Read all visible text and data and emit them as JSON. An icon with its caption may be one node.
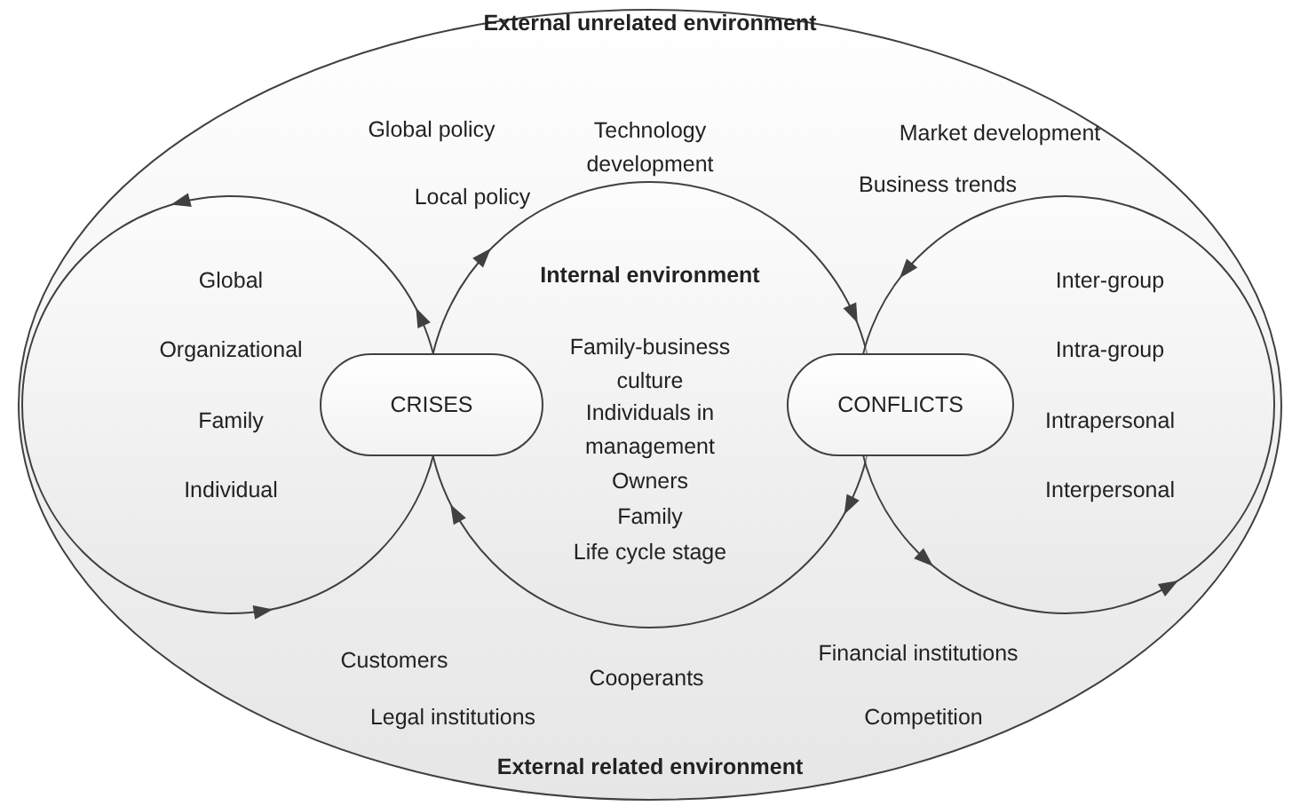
{
  "diagram": {
    "nodes": [
      {
        "text": [
          "External unrelated environment",
          "External related environment"
        ]
      },
      {
        "text": [
          "Global",
          "Organizational",
          "Family",
          "Individual"
        ],
        "in": 0
      },
      {
        "text": [
          "Internal environment",
          "Family-business culture",
          "Individuals in management",
          "Owners",
          "Family",
          "Life cycle stage"
        ],
        "in": 0
      },
      {
        "text": [
          "Inter-group",
          "Intra-group",
          "Intrapersonal",
          "Interpersonal"
        ],
        "in": 0
      },
      {
        "text": [
          "CRISES"
        ],
        "in": 0
      },
      {
        "text": [
          "CONFLICTS"
        ],
        "in": 0
      }
    ],
    "labels": [
      "Global policy",
      "Technology development",
      "Market development",
      "Local policy",
      "Business trends",
      "Customers",
      "Financial institutions",
      "Cooperants",
      "Legal institutions",
      "Competition"
    ]
  }
}
